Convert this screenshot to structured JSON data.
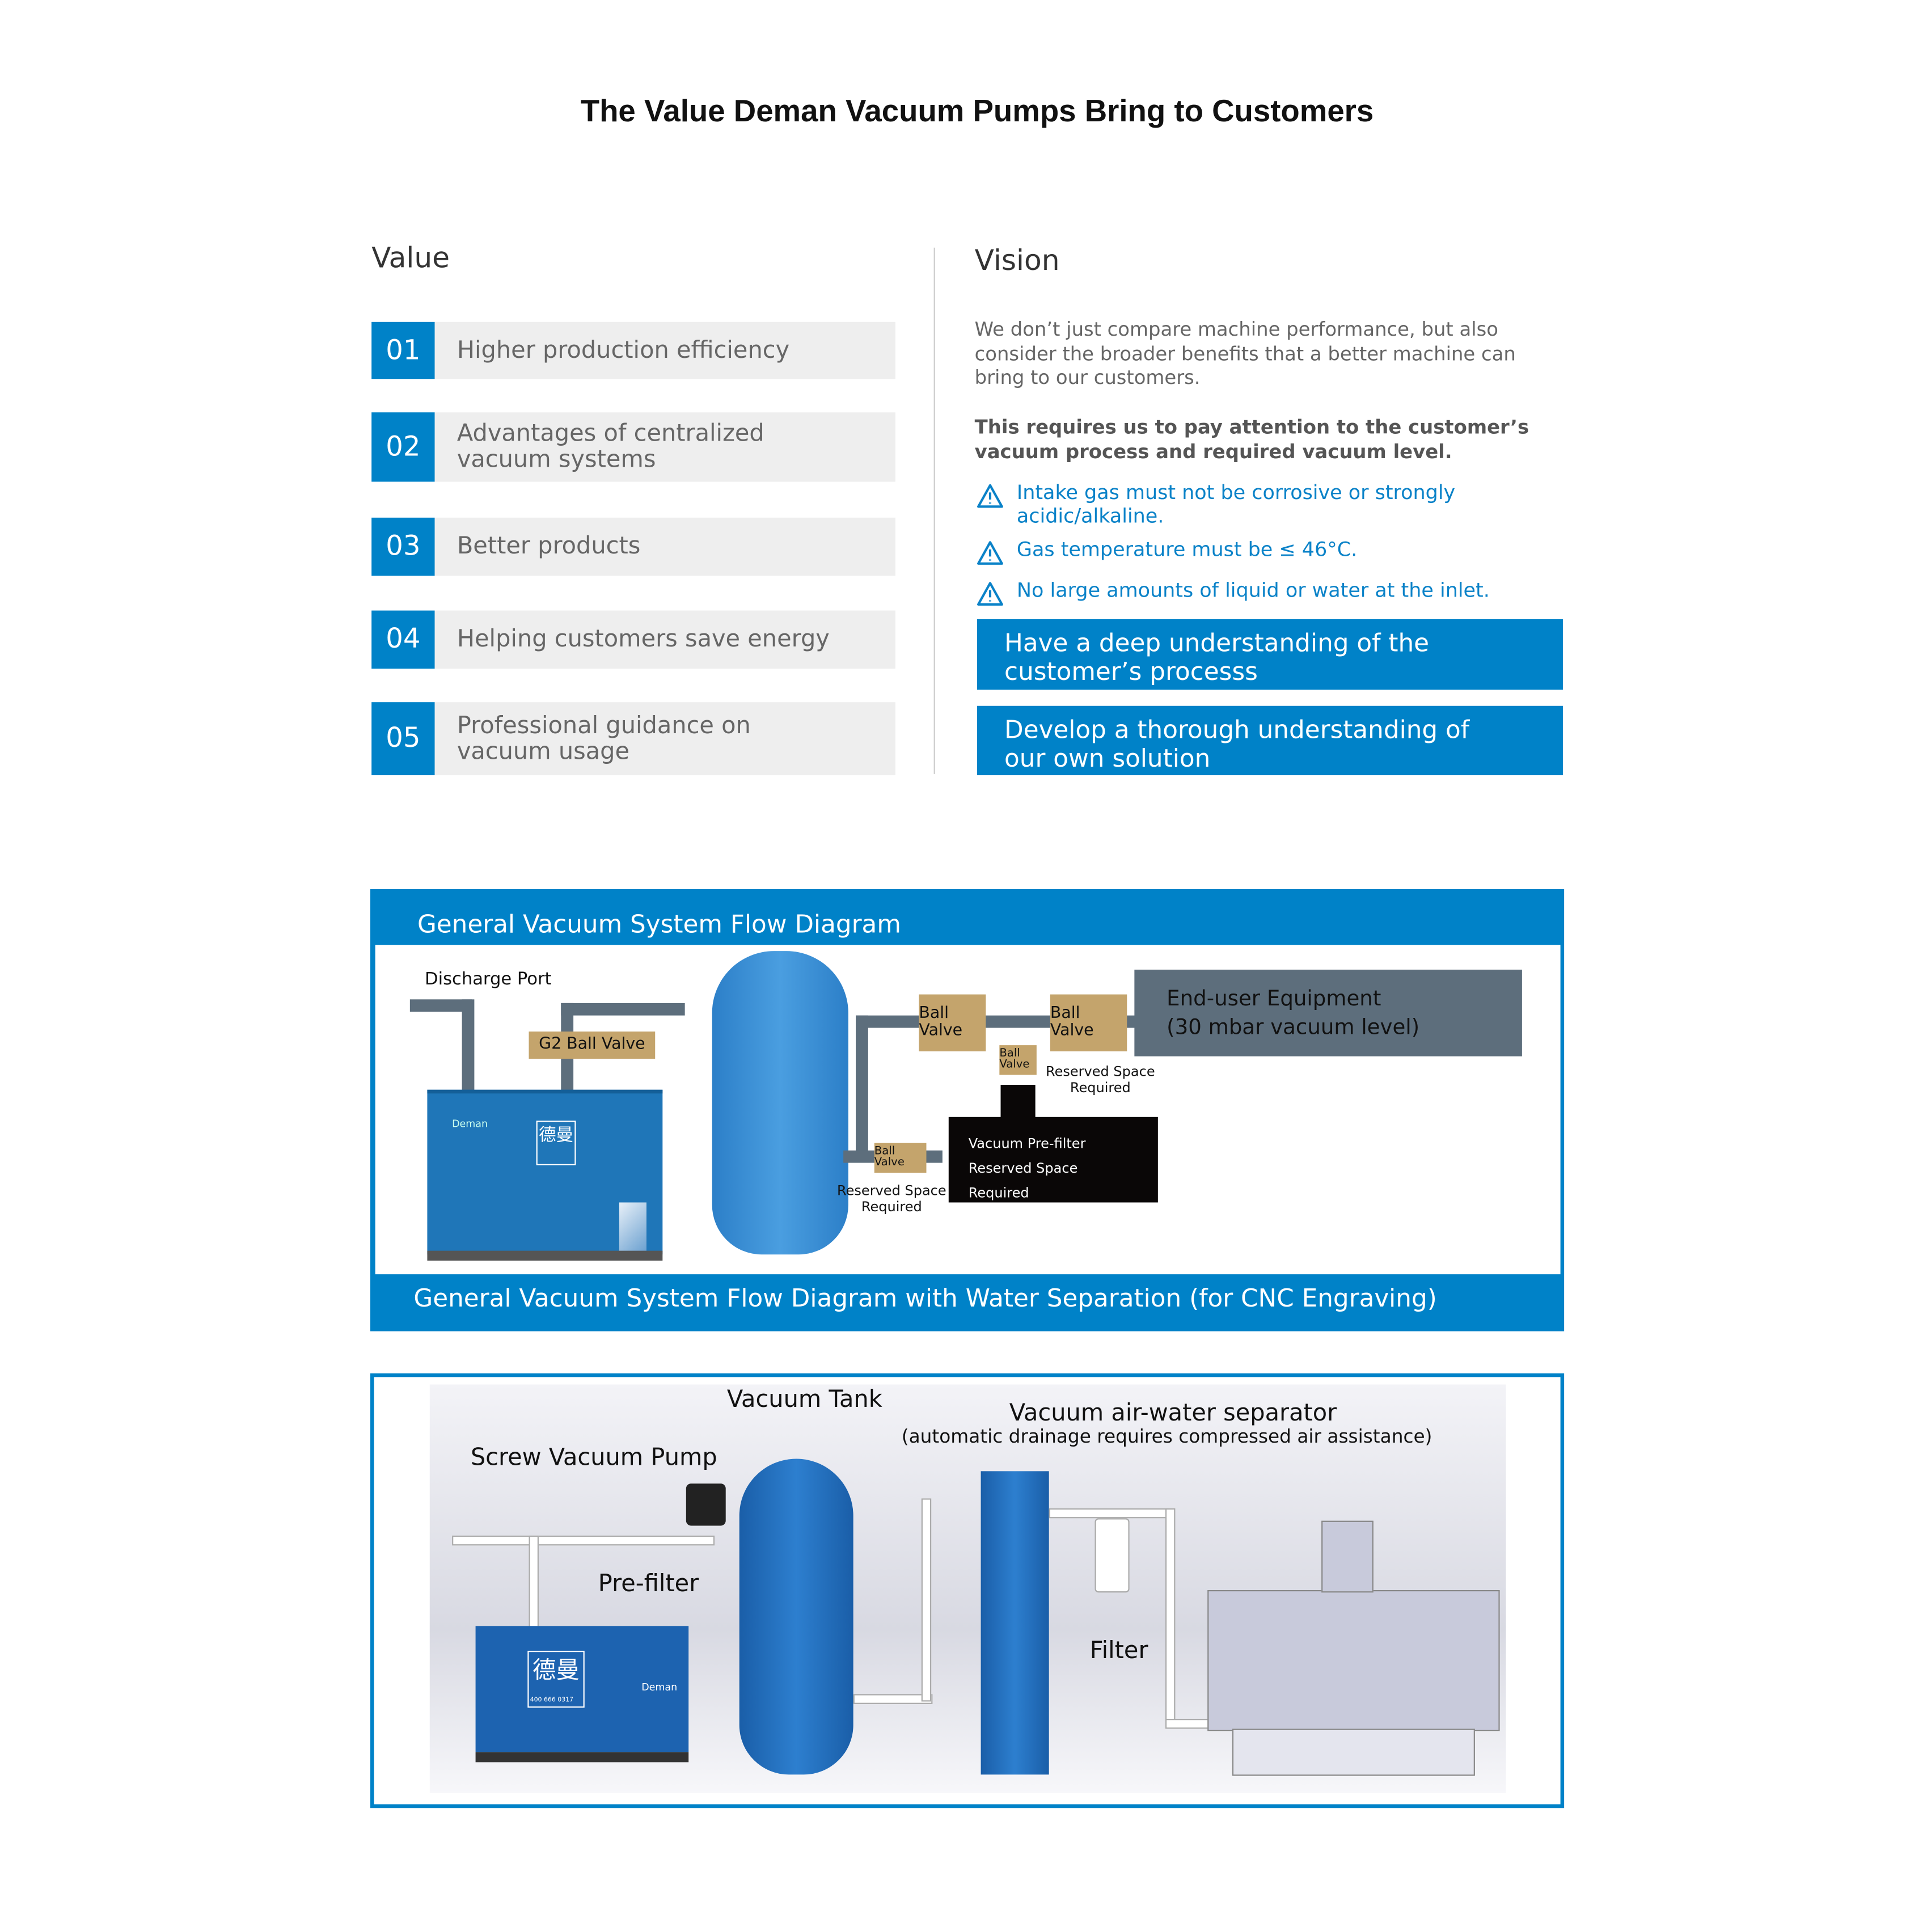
{
  "title": "The Value Deman Vacuum Pumps Bring to Customers",
  "value": {
    "heading": "Value",
    "items": [
      {
        "num": "01",
        "label": "Higher production efficiency"
      },
      {
        "num": "02",
        "label": "Advantages of centralized vacuum systems"
      },
      {
        "num": "03",
        "label": "Better products"
      },
      {
        "num": "04",
        "label": "Helping customers save energy"
      },
      {
        "num": "05",
        "label": "Professional guidance on vacuum usage"
      }
    ]
  },
  "vision": {
    "heading": "Vision",
    "intro": "We don’t just compare machine performance, but also consider the broader benefits that a better machine can bring to our customers.",
    "emphasis": "This requires us to pay attention to the customer’s vacuum process and required vacuum level.",
    "warnings": [
      "Intake gas must not be corrosive or strongly acidic/alkaline.",
      "Gas temperature must be ≤ 46°C.",
      "No large amounts of liquid or water at the inlet."
    ],
    "boxes": [
      "Have a deep understanding of the customer’s processs",
      "Develop a thorough understanding of our own solution"
    ]
  },
  "diagram1": {
    "title": "General Vacuum System Flow Diagram",
    "discharge_port": "Discharge Port",
    "g2_valve": "G2 Ball Valve",
    "ball_valve": "Ball Valve",
    "reserved": "Reserved Space Required",
    "end_user_line1": "End-user Equipment",
    "end_user_line2": "(30 mbar vacuum level)",
    "prefilter": "Vacuum Pre-filter",
    "prefilter_reserved": "Reserved Space Required",
    "pump_brand": "Deman",
    "pump_logo": "德曼"
  },
  "diagram2": {
    "title": "General Vacuum System Flow Diagram with Water Separation (for CNC Engraving)",
    "vacuum_tank": "Vacuum Tank",
    "screw_pump": "Screw Vacuum Pump",
    "separator": "Vacuum air-water separator",
    "separator_note": "(automatic drainage requires compressed air assistance)",
    "prefilter": "Pre-filter",
    "filter": "Filter",
    "pump_logo": "德曼",
    "pump_brand": "Deman",
    "pump_phone": "400 666 0317"
  },
  "colors": {
    "accent": "#0082c8",
    "gray_bg": "#eeeeee",
    "pipe": "#5d6e7c",
    "valve": "#c4a46c"
  }
}
